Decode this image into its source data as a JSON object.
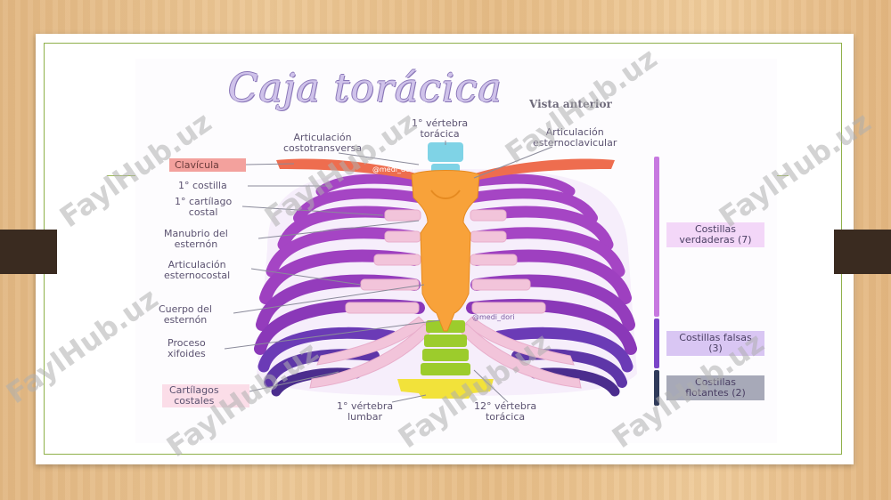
{
  "diagram": {
    "title": "Caja torácica",
    "subtitle": "Vista anterior",
    "labels": {
      "clavicula": "Clavícula",
      "costilla1": "1° costilla",
      "cartilago1_l1": "1° cartílago",
      "cartilago1_l2": "costal",
      "manubrio_l1": "Manubrio del",
      "manubrio_l2": "esternón",
      "artesternocostal_l1": "Articulación",
      "artesternocostal_l2": "esternocostal",
      "cuerpo_l1": "Cuerpo del",
      "cuerpo_l2": "esternón",
      "xifoides_l1": "Proceso",
      "xifoides_l2": "xifoides",
      "cartilagos_l1": "Cartílagos",
      "cartilagos_l2": "costales",
      "costotrans_l1": "Articulación",
      "costotrans_l2": "costotransversa",
      "vertebra1_l1": "1° vértebra",
      "vertebra1_l2": "torácica",
      "esternoclav_l1": "Articulación",
      "esternoclav_l2": "esternoclavicular",
      "lumbar_l1": "1° vértebra",
      "lumbar_l2": "lumbar",
      "toracica12_l1": "12° vértebra",
      "toracica12_l2": "torácica"
    },
    "groups": {
      "verdaderas_l1": "Costillas",
      "verdaderas_l2": "verdaderas (7)",
      "falsas_l1": "Costillas falsas",
      "falsas_l2": "(3)",
      "flotantes_l1": "Costillas",
      "flotantes_l2": "flotantes (2)"
    },
    "handle": "@medi_dori",
    "watermark": "FaylHub.uz"
  },
  "colors": {
    "rib_true": "#a545c4",
    "rib_false": "#6b3bb6",
    "rib_floating": "#4b2d8e",
    "cartilage": "#f2c4da",
    "sternum": "#f8a23a",
    "clavicle": "#ee6d4f",
    "vertebra_top": "#7fd3e6",
    "vertebra_low": "#9ccc2c",
    "vertebra_lumbar": "#f2e23a",
    "bar_true": "#c779e0",
    "bar_false": "#7b45c8",
    "bar_floating": "#2f3a5a"
  }
}
